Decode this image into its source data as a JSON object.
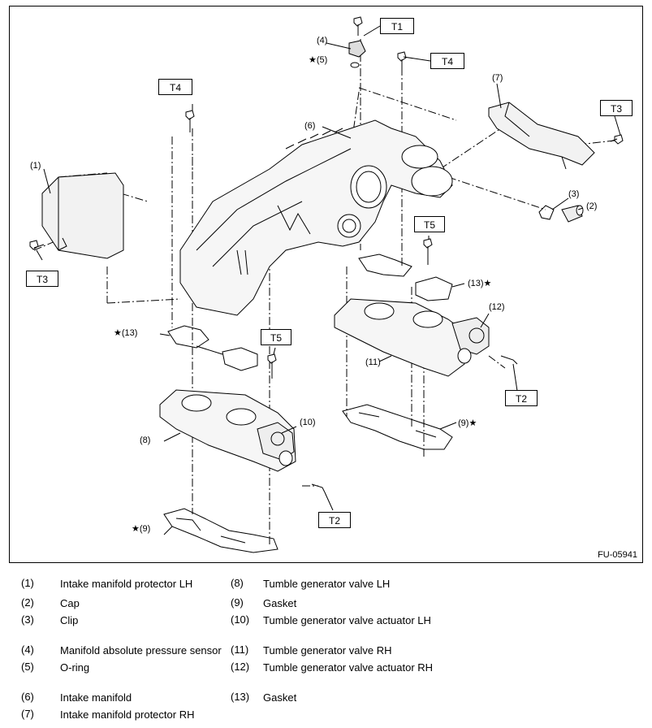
{
  "figure_id": "FU-05941",
  "torque_labels": {
    "t1": "T1",
    "t2a": "T2",
    "t2b": "T2",
    "t3a": "T3",
    "t3b": "T3",
    "t4a": "T4",
    "t4b": "T4",
    "t5a": "T5",
    "t5b": "T5"
  },
  "callouts": {
    "c1": "(1)",
    "c2": "(2)",
    "c3": "(3)",
    "c4": "(4)",
    "c5": "★(5)",
    "c6": "(6)",
    "c7": "(7)",
    "c8": "(8)",
    "c9a": "★(9)",
    "c9b": "(9)★",
    "c10": "(10)",
    "c11": "(11)",
    "c12": "(12)",
    "c13a": "★(13)",
    "c13b": "(13)★"
  },
  "legend_left": [
    {
      "num": "(1)",
      "text": "Intake manifold protector LH"
    },
    {
      "num": "(2)",
      "text": "Cap"
    },
    {
      "num": "(3)",
      "text": "Clip"
    },
    {
      "num": "(4)",
      "text": "Manifold absolute pressure sensor"
    },
    {
      "num": "(5)",
      "text": "O-ring"
    },
    {
      "num": "(6)",
      "text": "Intake manifold"
    },
    {
      "num": "(7)",
      "text": "Intake manifold protector RH"
    }
  ],
  "legend_right": [
    {
      "num": "(8)",
      "text": "Tumble generator valve LH"
    },
    {
      "num": "(9)",
      "text": "Gasket"
    },
    {
      "num": "(10)",
      "text": "Tumble generator valve actuator LH"
    },
    {
      "num": "(11)",
      "text": "Tumble generator valve RH"
    },
    {
      "num": "(12)",
      "text": "Tumble generator valve actuator RH"
    },
    {
      "num": "(13)",
      "text": "Gasket"
    }
  ]
}
